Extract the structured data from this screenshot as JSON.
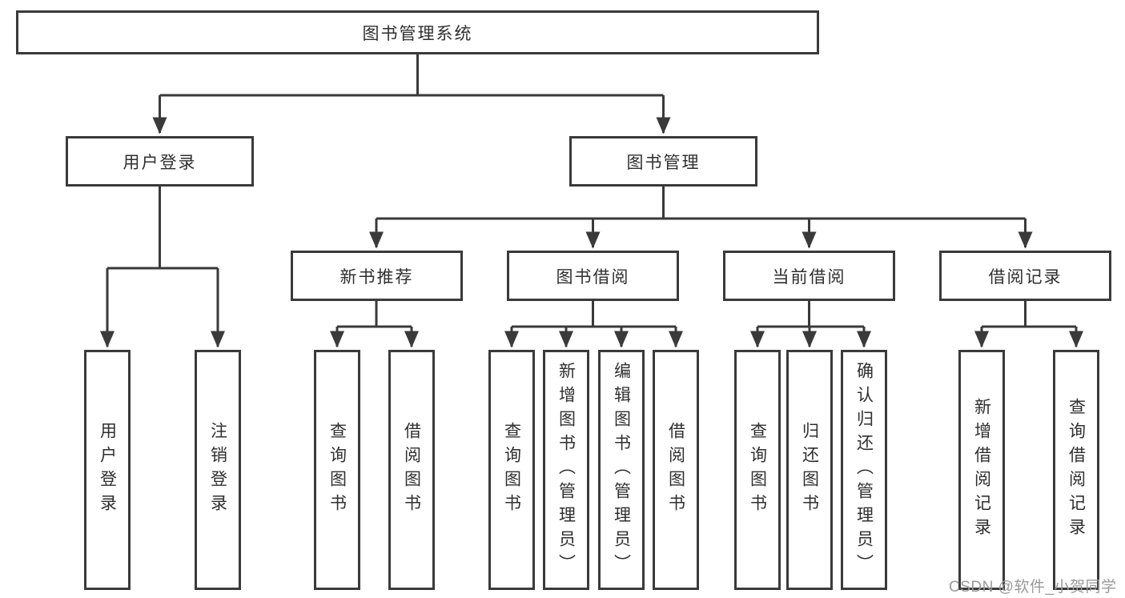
{
  "diagram": {
    "root": {
      "label": "图书管理系统"
    },
    "user_login": {
      "label": "用户登录",
      "children": [
        {
          "label": "用户登录"
        },
        {
          "label": "注销登录"
        }
      ]
    },
    "book_mgmt": {
      "label": "图书管理",
      "new_book_recommend": {
        "label": "新书推荐",
        "children": [
          {
            "label": "查询图书"
          },
          {
            "label": "借阅图书"
          }
        ]
      },
      "book_borrow": {
        "label": "图书借阅",
        "children": [
          {
            "label": "查询图书"
          },
          {
            "label": "新增图书（管理员）"
          },
          {
            "label": "编辑图书（管理员）"
          },
          {
            "label": "借阅图书"
          }
        ]
      },
      "current_borrow": {
        "label": "当前借阅",
        "children": [
          {
            "label": "查询图书"
          },
          {
            "label": "归还图书"
          },
          {
            "label": "确认归还（管理员）"
          }
        ]
      },
      "borrow_records": {
        "label": "借阅记录",
        "children": [
          {
            "label": "新增借阅记录"
          },
          {
            "label": "查询借阅记录"
          }
        ]
      }
    },
    "colors": {
      "line": "#3a3a3a",
      "text": "#2f2f2f",
      "watermark": "#9a9a9a",
      "background": "#ffffff"
    }
  },
  "watermark": {
    "text": "CSDN @软件_小贺同学"
  }
}
